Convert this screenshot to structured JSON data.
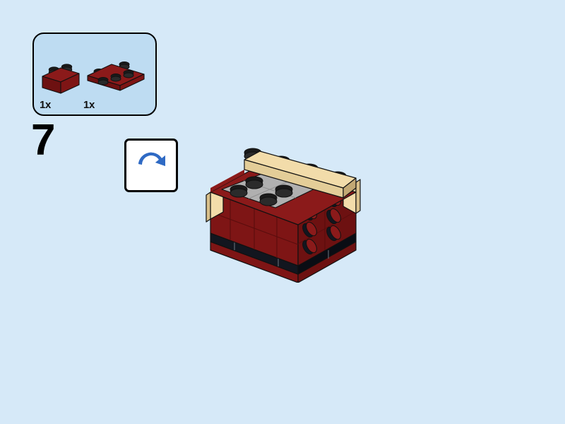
{
  "page": {
    "background_color": "#d6e9f8",
    "document_type": "lego-building-instruction-step"
  },
  "step": {
    "number": "7",
    "number_color": "#000000"
  },
  "parts_callout": {
    "background_color": "#bedcf2",
    "border_color": "#000000",
    "items": [
      {
        "name": "brick-1x2",
        "quantity_label": "1x",
        "color_name": "dark-red",
        "color_hex": "#8b1a1a",
        "studs": 2,
        "shape": "brick"
      },
      {
        "name": "plate-2x3",
        "quantity_label": "1x",
        "color_name": "dark-red",
        "color_hex": "#8b1a1a",
        "studs": 6,
        "shape": "plate"
      }
    ]
  },
  "rotate_hint": {
    "icon": "rotate-model-icon",
    "icon_color": "#2f6ac4",
    "box_background": "#ffffff",
    "box_border": "#000000"
  },
  "model": {
    "name": "assembled-model",
    "colors": {
      "dark_red": "#8b1a1a",
      "dark_red_shade": "#6d1111",
      "dark_red_dark": "#5a0d0d",
      "tan": "#f2dcaa",
      "tan_shade": "#d9c08a",
      "tan_dark": "#c2a874",
      "gray": "#b0b0b0",
      "gray_shade": "#8f8f8f",
      "black": "#12161f",
      "black_shade": "#0a0d14",
      "stud_top": "#1a1a1a",
      "outline": "#111111"
    },
    "description": "Dark red box-shaped assembly with tan 1x4 brick on top back edge, tan corner bricks at left and right, gray 2x2 plate area with four black studs on top, six sideways studs on right face, dark navy plate stripe and dark red base plate at bottom"
  }
}
